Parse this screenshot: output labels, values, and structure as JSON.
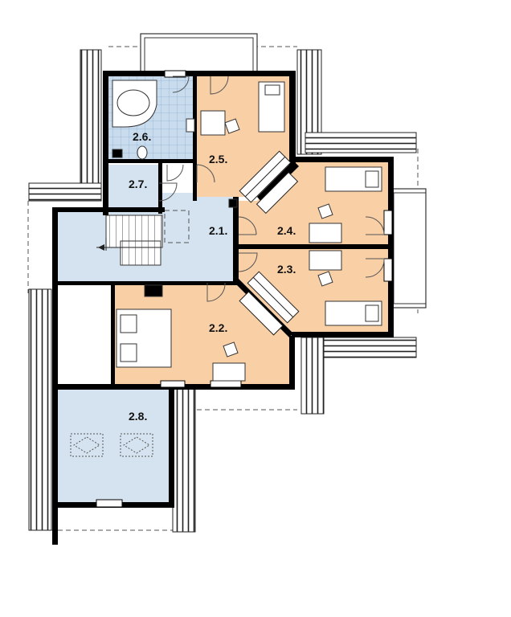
{
  "rooms": {
    "r21": {
      "label": "2.1."
    },
    "r22": {
      "label": "2.2."
    },
    "r23": {
      "label": "2.3."
    },
    "r24": {
      "label": "2.4."
    },
    "r25": {
      "label": "2.5."
    },
    "r26": {
      "label": "2.6."
    },
    "r27": {
      "label": "2.7."
    },
    "r28": {
      "label": "2.8."
    }
  },
  "colors": {
    "peach": "#f9cfa6",
    "light_blue": "#d4e3ef",
    "tile_blue": "#c9dcee",
    "wall": "#000000"
  }
}
